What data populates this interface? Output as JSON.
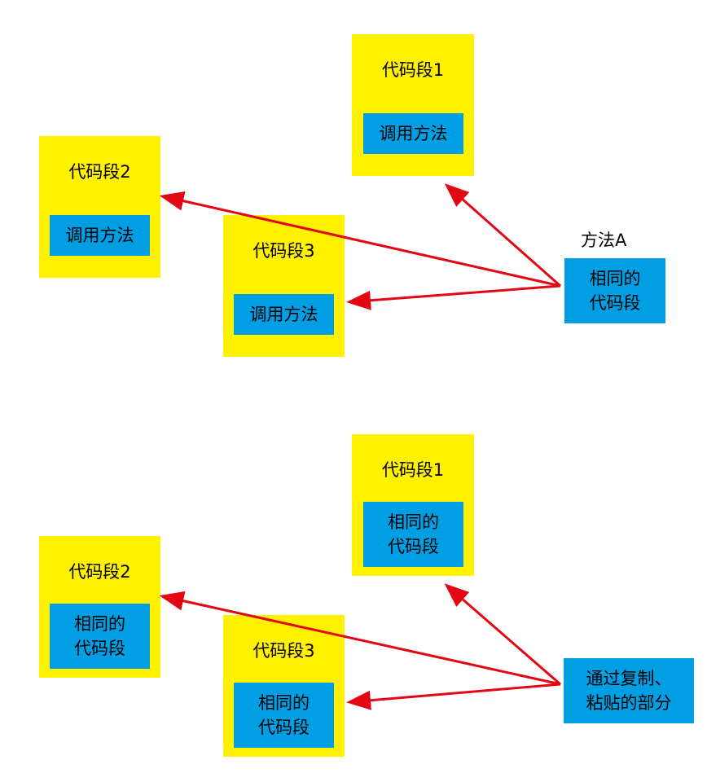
{
  "top": {
    "method_label": "方法A",
    "source_lines": [
      "相同的",
      "代码段"
    ],
    "blocks": [
      {
        "title": "代码段1",
        "inner": [
          "调用方法"
        ]
      },
      {
        "title": "代码段2",
        "inner": [
          "调用方法"
        ]
      },
      {
        "title": "代码段3",
        "inner": [
          "调用方法"
        ]
      }
    ]
  },
  "bottom": {
    "source_lines": [
      "通过复制、",
      "粘贴的部分"
    ],
    "blocks": [
      {
        "title": "代码段1",
        "inner": [
          "相同的",
          "代码段"
        ]
      },
      {
        "title": "代码段2",
        "inner": [
          "相同的",
          "代码段"
        ]
      },
      {
        "title": "代码段3",
        "inner": [
          "相同的",
          "代码段"
        ]
      }
    ]
  },
  "colors": {
    "block": "#FFF100",
    "inner": "#009FE3",
    "arrow": "#E30613"
  }
}
